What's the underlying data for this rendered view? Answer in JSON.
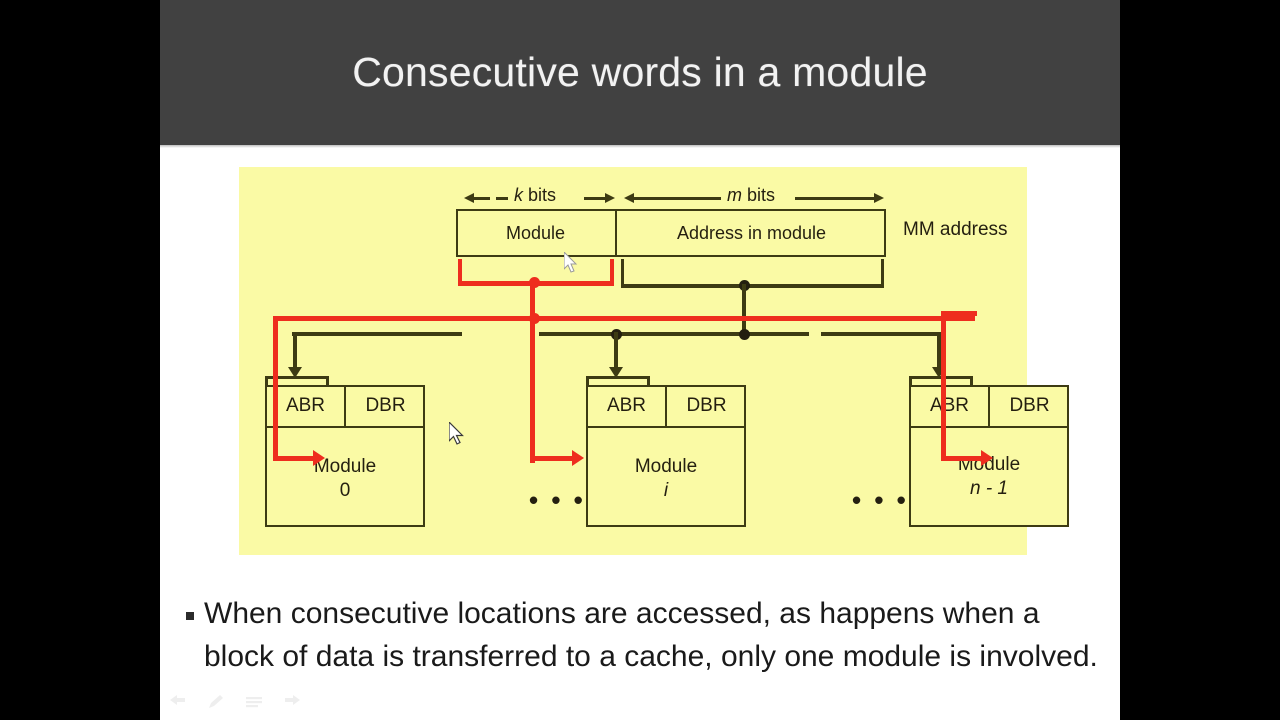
{
  "slide": {
    "title": "Consecutive words in a module",
    "bullet": "When consecutive locations are accessed, as happens when a block of data is transferred to a cache, only one module is involved."
  },
  "figure": {
    "bit_labels": {
      "k": "k",
      "k_unit": "bits",
      "m": "m",
      "m_unit": "bits"
    },
    "address_word": {
      "fields": [
        "Module",
        "Address in module"
      ],
      "caption": "MM address"
    },
    "modules": [
      {
        "registers": [
          "ABR",
          "DBR"
        ],
        "name": "Module",
        "index": "0"
      },
      {
        "registers": [
          "ABR",
          "DBR"
        ],
        "name": "Module",
        "index": "i"
      },
      {
        "registers": [
          "ABR",
          "DBR"
        ],
        "name": "Module",
        "index": "n - 1"
      }
    ],
    "ellipsis": "• • •",
    "colors": {
      "background": "#fafaa5",
      "line": "#3d3b13",
      "highlight": "#ee2d1e"
    }
  },
  "toolbar": {
    "items": [
      {
        "icon": "previous-arrow-icon"
      },
      {
        "icon": "pen-icon"
      },
      {
        "icon": "menu-icon"
      },
      {
        "icon": "next-arrow-icon"
      }
    ]
  },
  "theme": {
    "title_bar": "#414141",
    "title_text": "#f2f2f2",
    "slide_bg": "#ffffff",
    "letterbox": "#000000"
  }
}
